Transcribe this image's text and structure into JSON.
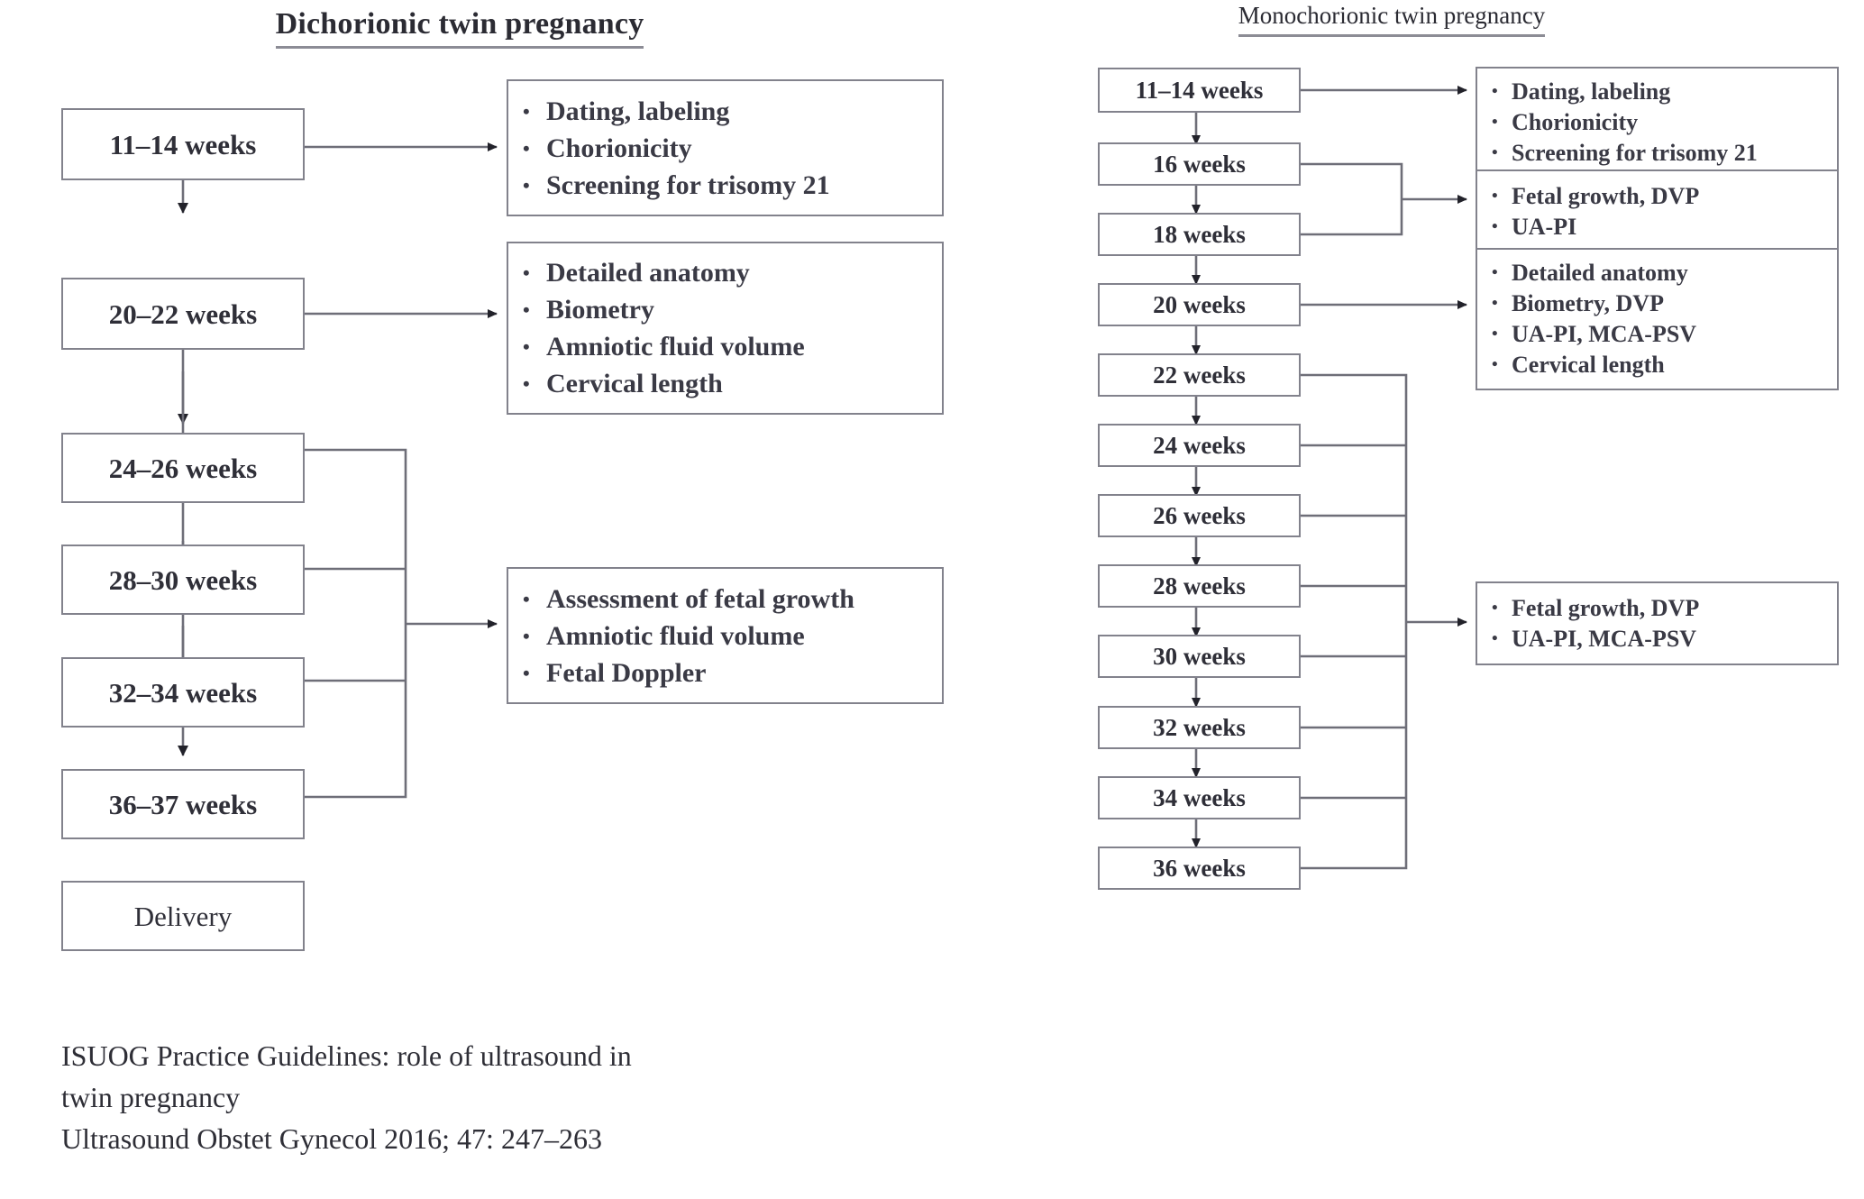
{
  "dichorionic": {
    "title": "Dichorionic twin pregnancy",
    "nodes": [
      {
        "label": "11–14 weeks"
      },
      {
        "label": "20–22 weeks"
      },
      {
        "label": "24–26 weeks"
      },
      {
        "label": "28–30 weeks"
      },
      {
        "label": "32–34 weeks"
      },
      {
        "label": "36–37 weeks"
      },
      {
        "label": "Delivery"
      }
    ],
    "callouts": [
      {
        "items": [
          "Dating, labeling",
          "Chorionicity",
          "Screening for trisomy 21"
        ]
      },
      {
        "items": [
          "Detailed anatomy",
          "Biometry",
          "Amniotic fluid volume",
          "Cervical length"
        ]
      },
      {
        "items": [
          "Assessment of fetal growth",
          "Amniotic fluid volume",
          "Fetal Doppler"
        ]
      }
    ]
  },
  "monochorionic": {
    "title": "Monochorionic twin pregnancy",
    "nodes": [
      {
        "label": "11–14 weeks"
      },
      {
        "label": "16 weeks"
      },
      {
        "label": "18 weeks"
      },
      {
        "label": "20 weeks"
      },
      {
        "label": "22 weeks"
      },
      {
        "label": "24 weeks"
      },
      {
        "label": "26 weeks"
      },
      {
        "label": "28 weeks"
      },
      {
        "label": "30 weeks"
      },
      {
        "label": "32 weeks"
      },
      {
        "label": "34 weeks"
      },
      {
        "label": "36 weeks"
      }
    ],
    "callouts": [
      {
        "items": [
          "Dating, labeling",
          "Chorionicity",
          "Screening for trisomy 21"
        ]
      },
      {
        "items": [
          "Fetal growth, DVP",
          "UA-PI"
        ]
      },
      {
        "items": [
          "Detailed anatomy",
          "Biometry, DVP",
          "UA-PI, MCA-PSV",
          "Cervical length"
        ]
      },
      {
        "items": [
          "Fetal growth, DVP",
          "UA-PI, MCA-PSV"
        ]
      }
    ]
  },
  "caption": {
    "line1": "ISUOG Practice Guidelines:  role of ultrasound in",
    "line2": "twin pregnancy",
    "line3": "Ultrasound Obstet Gynecol 2016;  47:  247–263"
  },
  "colors": {
    "box_border": "#82828c",
    "text": "#2f2f38",
    "wire": "#6e6e78",
    "background": "#ffffff"
  }
}
